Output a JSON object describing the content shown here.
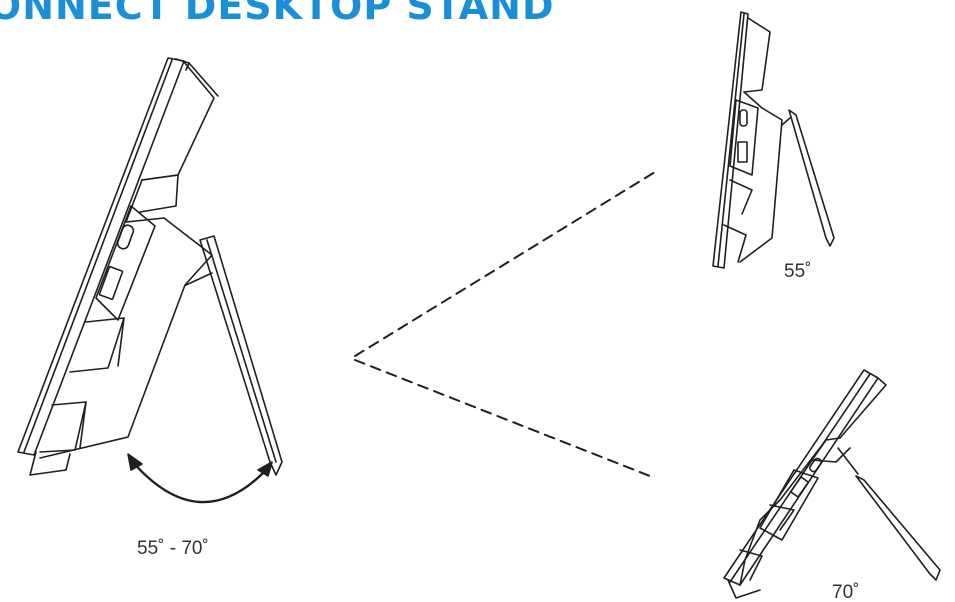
{
  "header": {
    "title": "CONNECT DESKTOP STAND"
  },
  "labels": {
    "range": "55˚ - 70˚",
    "angle_min": "55˚",
    "angle_max": "70˚"
  },
  "colors": {
    "title": "#1a8fd8",
    "line": "#231f20"
  }
}
